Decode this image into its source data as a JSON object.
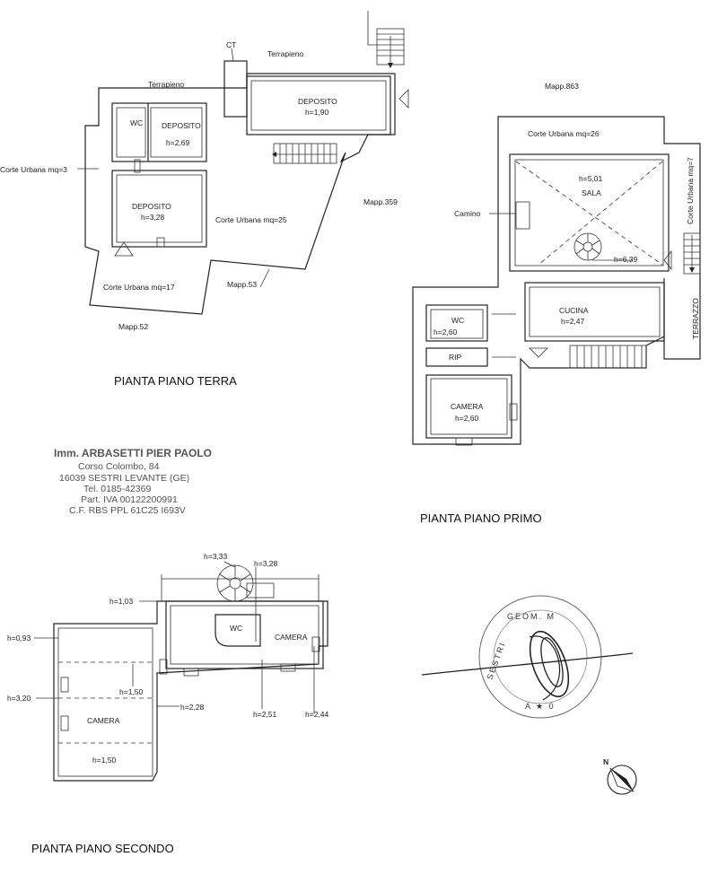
{
  "ground_floor": {
    "title": "PIANTA PIANO TERRA",
    "labels": {
      "ct": "CT",
      "terrapieno_top": "Terrapieno",
      "terrapieno_left": "Terrapieno",
      "deposito_top": "DEPOSITO",
      "deposito_top_h": "h=1,90",
      "wc": "WC",
      "deposito_mid": "DEPOSITO",
      "deposito_mid_h": "h=2,69",
      "corte_left": "Corte Urbana mq=3",
      "deposito_low": "DEPOSITO",
      "deposito_low_h": "h=3,28",
      "corte_mid": "Corte Urbana mq=25",
      "mapp_359": "Mapp.359",
      "corte_bottom": "Corte Urbana mq=17",
      "mapp_53": "Mapp.53",
      "mapp_52": "Mapp.52"
    }
  },
  "first_floor": {
    "title": "PIANTA PIANO PRIMO",
    "labels": {
      "mapp_863": "Mapp.863",
      "corte_top": "Corte Urbana mq=26",
      "corte_right": "Corte Urbana mq=7",
      "sala_h": "h=5,01",
      "sala": "SALA",
      "camino": "Camino",
      "stair_h": "h=6,39",
      "cucina": "CUCINA",
      "cucina_h": "h=2,47",
      "wc": "WC",
      "wc_h": "h=2,60",
      "terrazzo": "TERRAZZO",
      "rip": "RIP",
      "camera": "CAMERA",
      "camera_h": "h=2,60"
    }
  },
  "second_floor": {
    "title": "PIANTA PIANO SECONDO",
    "labels": {
      "h333": "h=3,33",
      "h328": "h=3,28",
      "h103": "h=1,03",
      "h093": "h=0,93",
      "wc": "WC",
      "camera_right": "CAMERA",
      "h150_top": "h=1,50",
      "h228": "h=2,28",
      "h251": "h=2,51",
      "h244": "h=2,44",
      "h320": "h=3,20",
      "camera_left": "CAMERA",
      "h150_bottom": "h=1,50"
    }
  },
  "stamp": {
    "name": "Imm. ARBASETTI PIER PAOLO",
    "address": "Corso Colombo, 84",
    "city": "16039 SESTRI LEVANTE (GE)",
    "tel": "Tel. 0185-42369",
    "vat": "Part. IVA 00122200991",
    "cf": "C.F. RBS PPL 61C25 I693V"
  },
  "seal": {
    "top": "GEOM. M",
    "left": "SESTRI",
    "bottom": "A ★ 0"
  },
  "compass": {
    "label": "N"
  }
}
